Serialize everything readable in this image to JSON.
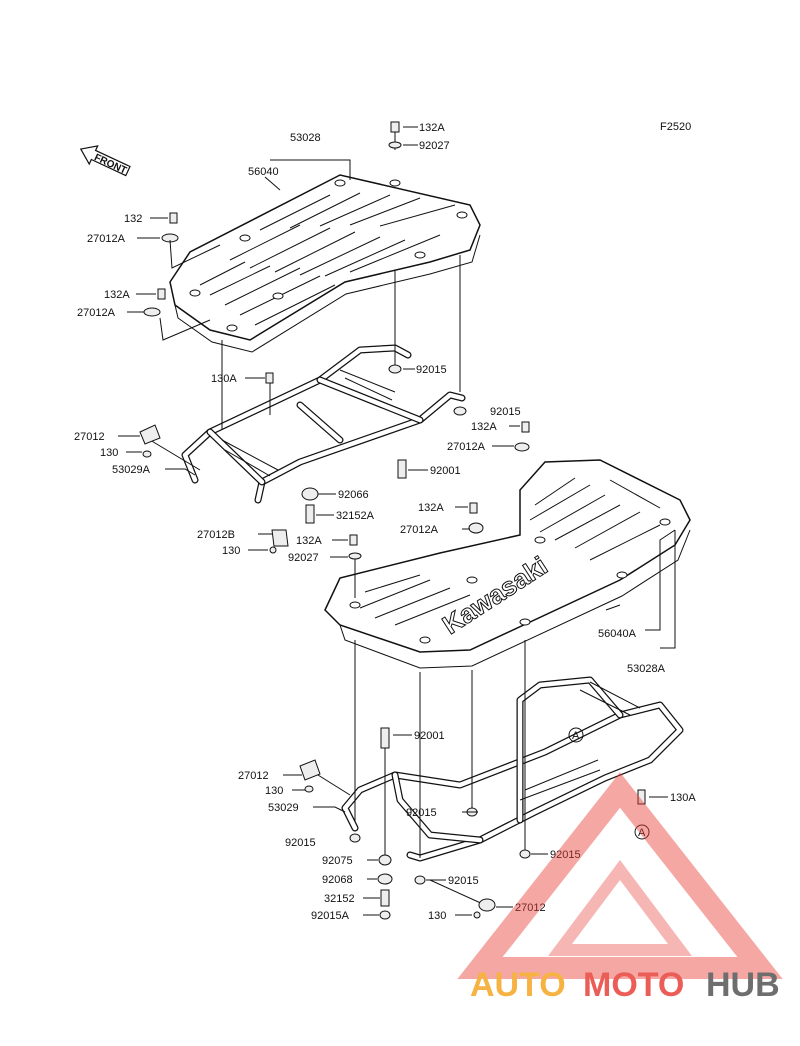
{
  "figure_code": "F2520",
  "direction_label": "FRONT",
  "brand_lettering": "Kawasaki",
  "callouts": {
    "c53028": "53028",
    "c56040": "56040",
    "c132": "132",
    "c27012A_1": "27012A",
    "c132A_1": "132A",
    "c27012A_2": "27012A",
    "c132A_top": "132A",
    "c92027_top": "92027",
    "c92015_1": "92015",
    "c130A_1": "130A",
    "c27012_1": "27012",
    "c130_1": "130",
    "c53029A": "53029A",
    "c92015_2": "92015",
    "c132A_2": "132A",
    "c27012A_3": "27012A",
    "c92001_1": "92001",
    "c92066": "92066",
    "c32152A": "32152A",
    "c132A_3": "132A",
    "c27012A_4": "27012A",
    "c27012B": "27012B",
    "c132A_4": "132A",
    "c130_2": "130",
    "c92027_2": "92027",
    "c56040A": "56040A",
    "c53028A": "53028A",
    "c92001_2": "92001",
    "c27012_2": "27012",
    "c130_3": "130",
    "c53029": "53029",
    "c92015_3": "92015",
    "c92015_4": "92015",
    "c130A_2": "130A",
    "c92075": "92075",
    "c92068": "92068",
    "c92015_5": "92015",
    "c92015_6": "92015",
    "c32152": "32152",
    "c92015A": "92015A",
    "c130_4": "130",
    "c27012_3": "27012",
    "ref_a_1": "A",
    "ref_a_2": "A"
  },
  "watermark": {
    "part1": "AUTO",
    "part2": "MOTO",
    "part3": "HUB",
    "color_orange": "#f5a623",
    "color_red": "#e8423a",
    "color_gray": "#555555"
  }
}
